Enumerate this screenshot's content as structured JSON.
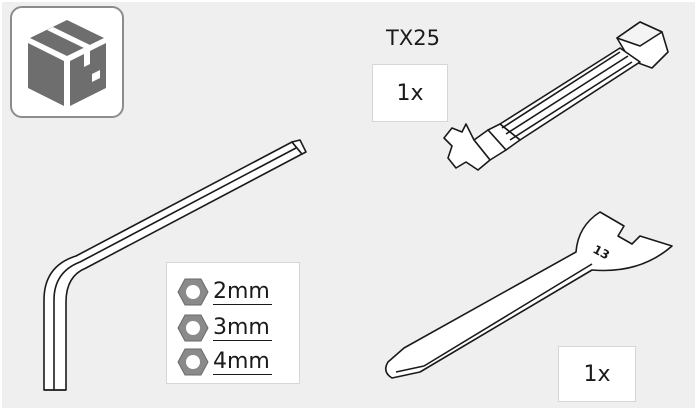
{
  "header": {
    "bit_label": "TX25",
    "bit_quantity": "1x",
    "wrench_quantity": "1x"
  },
  "hex_keys": {
    "sizes": [
      "2mm",
      "3mm",
      "4mm"
    ]
  },
  "wrench": {
    "engraving": "13"
  },
  "icons": {
    "package": "package-box-icon",
    "hex_nut": "hex-nut-icon",
    "allen_key": "allen-key-icon",
    "torx_bit": "torx-bit-icon",
    "wrench": "open-end-wrench-icon"
  },
  "colors": {
    "panel": "#efefef",
    "icon_frame": "#8c8c8c",
    "box_icon_fill": "#6e6e6e",
    "hex_icon_fill": "#8a8a8a"
  }
}
